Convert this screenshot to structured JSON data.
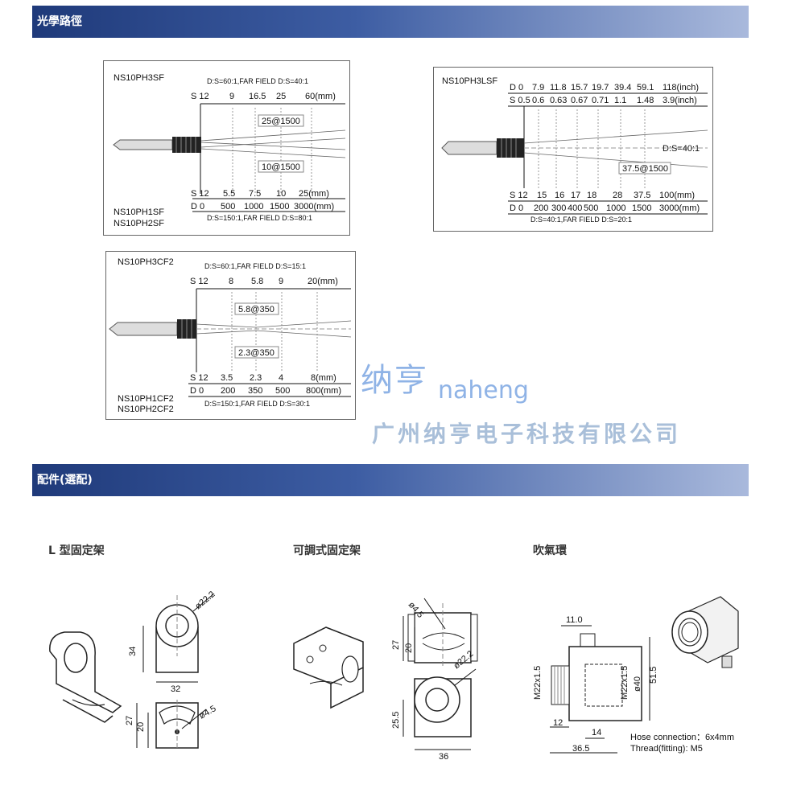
{
  "sections": {
    "optical": "光學路徑",
    "accessories": "配件(選配)"
  },
  "panel1": {
    "model_top": "NS10PH3SF",
    "ratio_top": "D:S=60:1,FAR FIELD D:S=40:1",
    "s_row_top": [
      "S 12",
      "9",
      "16.5",
      "25",
      "60(mm)"
    ],
    "spot_top": "25@1500",
    "spot_bottom": "10@1500",
    "s_row_bottom": [
      "S 12",
      "5.5",
      "7.5",
      "10",
      "25(mm)"
    ],
    "d_row_bottom": [
      "D  0",
      "500",
      "1000",
      "1500",
      "3000(mm)"
    ],
    "model_bottom_1": "NS10PH1SF",
    "model_bottom_2": "NS10PH2SF",
    "ratio_bottom": "D:S=150:1,FAR FIELD D:S=80:1"
  },
  "panel2": {
    "model": "NS10PH3LSF",
    "d_row_inch": [
      "D 0",
      "7.9",
      "11.8",
      "15.7",
      "19.7",
      "39.4",
      "59.1",
      "118(inch)"
    ],
    "s_row_inch": [
      "S 0.5",
      "0.6",
      "0.63",
      "0.67",
      "0.71",
      "1.1",
      "1.48",
      "3.9(inch)"
    ],
    "ratio_far": "D:S=40:1",
    "spot": "37.5@1500",
    "s_row_mm": [
      "S 12",
      "15",
      "16",
      "17",
      "18",
      "28",
      "37.5",
      "100(mm)"
    ],
    "d_row_mm": [
      "D  0",
      "200",
      "300",
      "400",
      "500",
      "1000",
      "1500",
      "3000(mm)"
    ],
    "ratio_bottom": "D:S=40:1,FAR FIELD D:S=20:1"
  },
  "panel3": {
    "model_top": "NS10PH3CF2",
    "ratio_top": "D:S=60:1,FAR FIELD D:S=15:1",
    "s_row_top": [
      "S 12",
      "8",
      "5.8",
      "9",
      "20(mm)"
    ],
    "spot_top": "5.8@350",
    "spot_bottom": "2.3@350",
    "s_row_bottom": [
      "S 12",
      "3.5",
      "2.3",
      "4",
      "8(mm)"
    ],
    "d_row_bottom": [
      "D  0",
      "200",
      "350",
      "500",
      "800(mm)"
    ],
    "model_bottom_1": "NS10PH1CF2",
    "model_bottom_2": "NS10PH2CF2",
    "ratio_bottom": "D:S=150:1,FAR FIELD D:S=30:1"
  },
  "watermark": {
    "cn": "纳亨",
    "en": "naheng",
    "company": "广州纳亨电子科技有限公司"
  },
  "accessories": [
    {
      "title": "L 型固定架",
      "dims": [
        "ø22.2",
        "34",
        "32",
        "27",
        "20",
        "ø4.5"
      ]
    },
    {
      "title": "可調式固定架",
      "dims": [
        "ø4.5",
        "27",
        "20",
        "ø22.2",
        "25.5",
        "36"
      ]
    },
    {
      "title": "吹氣環",
      "dims": [
        "11.0",
        "M22x1.5",
        "M22x1.5",
        "ø40",
        "51.5",
        "12",
        "14",
        "36.5"
      ],
      "note1": "Hose connection：6x4mm",
      "note2": "Thread(fitting): M5"
    }
  ]
}
